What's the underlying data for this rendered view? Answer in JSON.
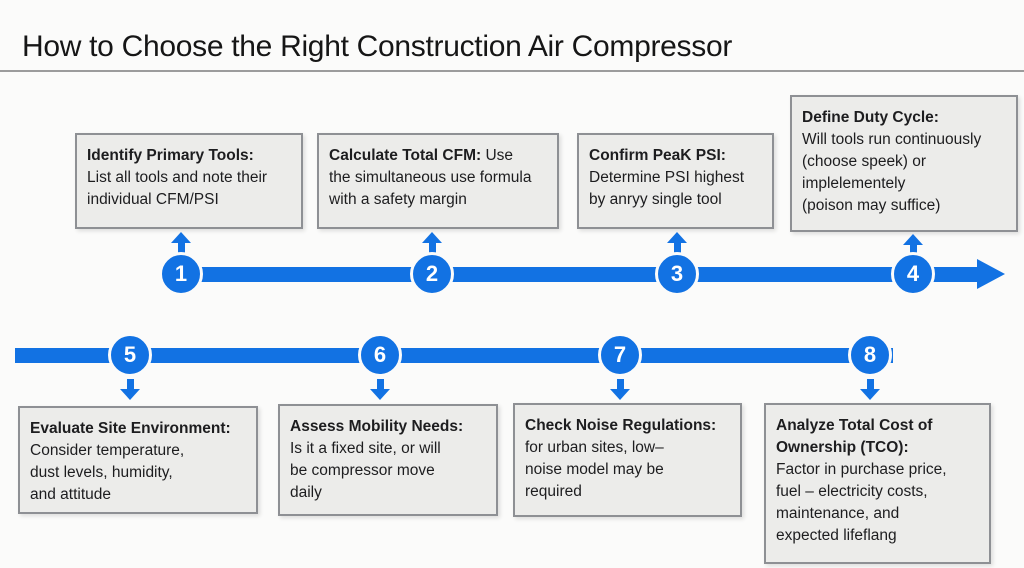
{
  "title": "How to Choose the Right Construction Air Compressor",
  "colors": {
    "accent": "#1272e3"
  },
  "steps": [
    {
      "number": "1",
      "heading": "Identify Primary Tools:",
      "body": "\nList all tools and note their\nindividual CFM/PSI"
    },
    {
      "number": "2",
      "heading": "Calculate Total CFM:",
      "body": " Use\nthe simultaneous use formula\nwith a safety margin"
    },
    {
      "number": "3",
      "heading": "Confirm PeaK PSI:",
      "body": "\nDetermine PSI highest\nby anryy single tool"
    },
    {
      "number": "4",
      "heading": "Define Duty Cycle:",
      "body": "\nWill tools run continuously\n(choose speek) or\nimplelementely\n(poison may suffice)"
    },
    {
      "number": "5",
      "heading": "Evaluate Site Environment:",
      "body": "\nConsider temperature,\ndust levels, humidity,\nand attitude"
    },
    {
      "number": "6",
      "heading": "Assess Mobility Needs:",
      "body": "\nIs it a fixed site, or will\nbe compressor move\ndaily"
    },
    {
      "number": "7",
      "heading": "Check Noise Regulations:",
      "body": "\nfor urban sites, low–\nnoise model may be\nrequired"
    },
    {
      "number": "8",
      "heading": "Analyze Total Cost of\nOwnership (TCO):",
      "body": "\nFactor in purchase price,\nfuel – electricity costs,\nmaintenance, and\nexpected lifeflang"
    }
  ]
}
